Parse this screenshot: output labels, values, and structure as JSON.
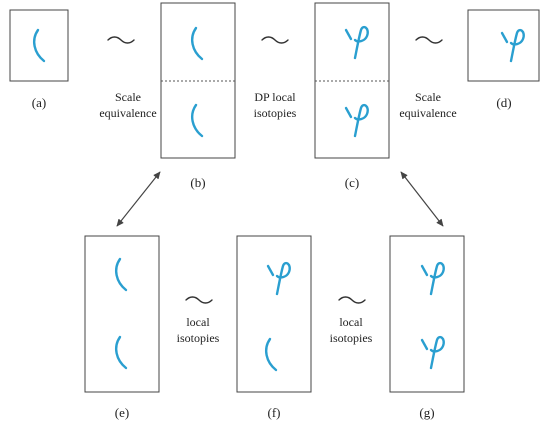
{
  "colors": {
    "strand": "#2a9fd0",
    "frame": "#444444",
    "text": "#222222"
  },
  "symbols": {
    "equivalence": "~"
  },
  "panel_labels": {
    "a": "(a)",
    "b": "(b)",
    "c": "(c)",
    "d": "(d)",
    "e": "(e)",
    "f": "(f)",
    "g": "(g)"
  },
  "relations": {
    "a_b": [
      "Scale",
      "equivalence"
    ],
    "b_c": [
      "DP local",
      "isotopies"
    ],
    "c_d": [
      "Scale",
      "equivalence"
    ],
    "e_f": [
      "local",
      "isotopies"
    ],
    "f_g": [
      "local",
      "isotopies"
    ]
  }
}
